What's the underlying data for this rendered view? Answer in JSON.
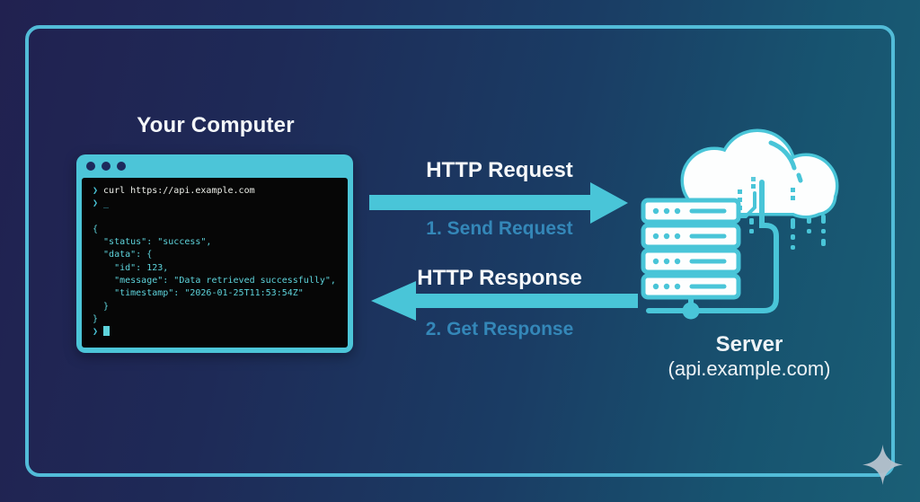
{
  "slide": {
    "computer_title": "Your Computer",
    "server_title": "Server",
    "server_subtitle": "(api.example.com)"
  },
  "terminal": {
    "prompt_char": "❯",
    "command": "curl https://api.example.com",
    "cursor": "_",
    "json_lines": [
      "{",
      "  \"status\": \"success\",",
      "  \"data\": {",
      "    \"id\": 123,",
      "    \"message\": \"Data retrieved successfully\",",
      "    \"timestamp\": \"2026-01-25T11:53:54Z\"",
      "  }",
      "}"
    ]
  },
  "flow": {
    "request": {
      "title": "HTTP Request",
      "step": "1. Send Request"
    },
    "response": {
      "title": "HTTP Response",
      "step": "2. Get Response"
    }
  },
  "colors": {
    "accent": "#49c5d8",
    "frame": "#52bcd8",
    "terminal-chrome": "#4cc5d8",
    "terminal-bg": "#060606",
    "terminal-json": "#5ed4dc",
    "title-dot": "#1d2a5c",
    "step-blue": "#3487b8",
    "sparkle": "#b6c2cd"
  }
}
